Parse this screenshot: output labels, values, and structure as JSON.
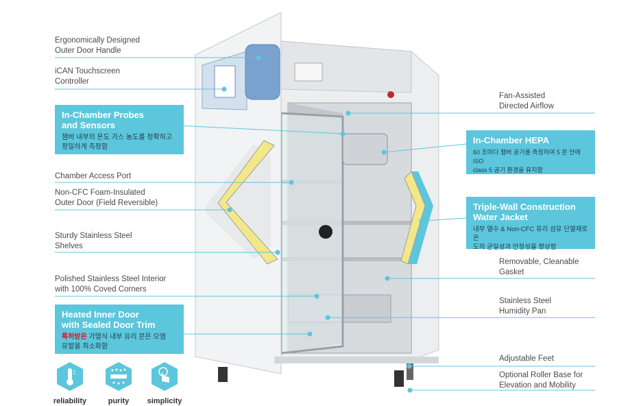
{
  "labels": {
    "door_handle": "Ergonomically Designed\nOuter Door Handle",
    "touchscreen": "iCAN Touchscreen\nController",
    "access_port": "Chamber Access Port",
    "foam_door": "Non-CFC Foam-Insulated\nOuter Door (Field Reversible)",
    "shelves": "Sturdy Stainless Steel\nShelves",
    "interior": "Polished Stainless Steel Interior\nwith 100% Coved Corners",
    "airflow": "Fan-Assisted\nDirected Airflow",
    "gasket": "Removable, Cleanable\nGasket",
    "humidity_pan": "Stainless Steel\nHumidity Pan",
    "feet": "Adjustable Feet",
    "roller_base": "Optional Roller Base for\nElevation and Mobility"
  },
  "boxes": {
    "probes": {
      "title": "In-Chamber Probes\nand Sensors",
      "desc": "챔버 내부의 온도 가스 농도를 정확하고\n정밀하게 측정함"
    },
    "heated_door": {
      "title": "Heated Inner Door\nwith Sealed Door Trim",
      "desc_em": "특허받은",
      "desc": " 가열식 내부 유리 문은 오염\n유발을 최소화함"
    },
    "hepa": {
      "title": "In-Chamber HEPA",
      "desc": "60 초마다 챔버 공기를 측정하여 5 분 안에 ISO\nclass 5 공기 환경을 유지함"
    },
    "triple_wall": {
      "title": "Triple-Wall Construction\nWater Jacket",
      "desc": "내부 열수 & Non-CFC 유리 섬유 단열재로 온\n도의 균일성과 안정성을 향상함"
    }
  },
  "icons": [
    {
      "name": "thermometer-icon",
      "label": "reliability"
    },
    {
      "name": "filter-icon",
      "label": "purity"
    },
    {
      "name": "touch-hand-icon",
      "label": "simplicity"
    }
  ],
  "colors": {
    "accent": "#5cc6dc",
    "jacket_yellow": "#f3e788",
    "line": "#5cc6dc"
  }
}
